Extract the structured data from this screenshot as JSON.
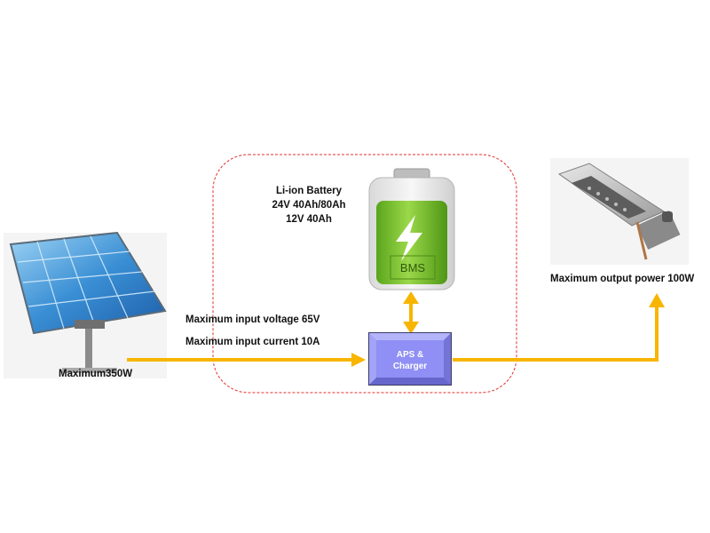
{
  "solar_panel": {
    "label": "Maximum350W"
  },
  "input_specs": {
    "voltage": "Maximum input voltage 65V",
    "current": "Maximum input current 10A"
  },
  "battery": {
    "lines": [
      "Li-ion Battery",
      "24V 40Ah/80Ah",
      "12V 40Ah"
    ],
    "bms_label": "BMS"
  },
  "controller": {
    "line1": "APS &",
    "line2": "Charger"
  },
  "street_light": {
    "label": "Maximum output power 100W"
  },
  "colors": {
    "arrow": "#f7b500",
    "controller_fill": "#8f8ff5",
    "dashed_box": "#e0302f",
    "battery_green": "#7cc22a"
  }
}
